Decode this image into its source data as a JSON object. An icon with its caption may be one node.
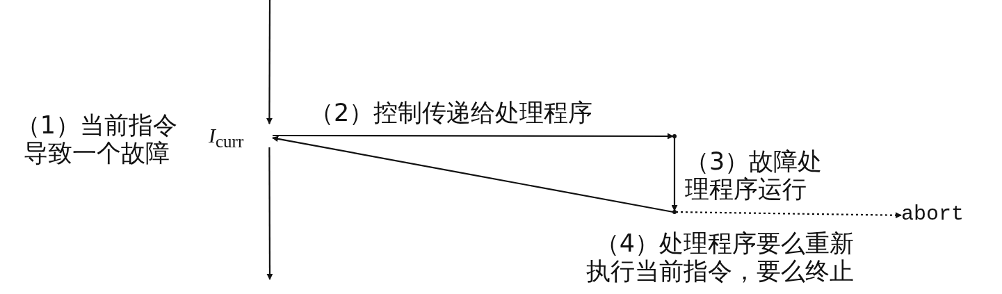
{
  "diagram": {
    "nodes": [
      {
        "text": [
          "*I*$_{curr}$"
        ]
      },
      {
        "text": [],
        "shape": "point"
      },
      {
        "text": [],
        "shape": "point"
      },
      {
        "text": [
          "abort"
        ]
      }
    ],
    "edges": [
      {
        "from": null,
        "to": 0,
        "arrow": "to"
      },
      {
        "from": 0,
        "to": null,
        "arrow": "to"
      },
      {
        "from": 0,
        "to": 1,
        "arrow": "to",
        "label": "（2）控制传递给处理程序"
      },
      {
        "from": 1,
        "to": 2,
        "arrow": "to",
        "label": "（3）故障处理程序运行"
      },
      {
        "from": 2,
        "to": 0,
        "arrow": "to",
        "label": "（4）处理程序要么重新执行当前指令，要么终止"
      },
      {
        "from": 2,
        "to": 3,
        "arrow": "to",
        "style": "dashed"
      }
    ],
    "labels": [
      "（1）当前指令导致一个故障"
    ]
  }
}
